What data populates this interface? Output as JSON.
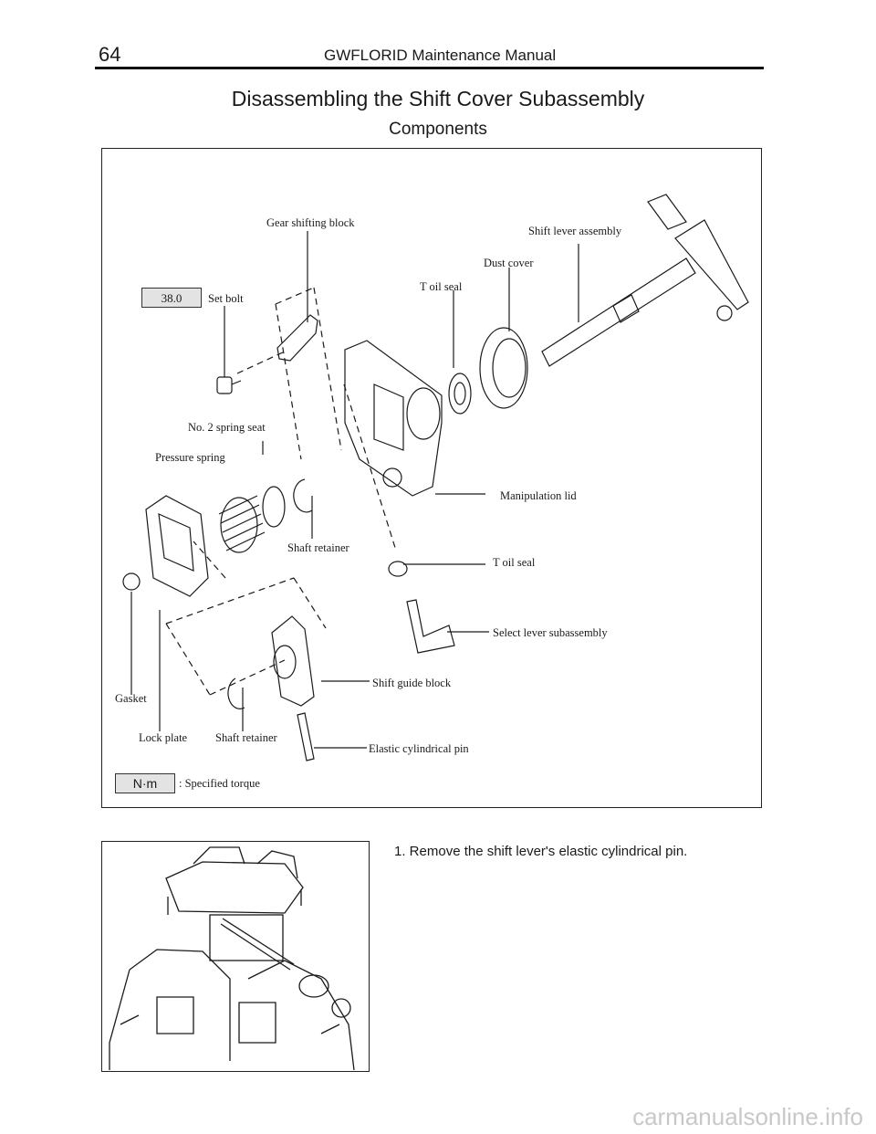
{
  "header": {
    "page_number": "64",
    "manual_title": "GWFLORID Maintenance Manual"
  },
  "section_title": "Disassembling the Shift Cover Subassembly",
  "sub_title": "Components",
  "diagram": {
    "labels": {
      "gear_shifting_block": "Gear shifting block",
      "shift_lever_assembly": "Shift lever assembly",
      "dust_cover": "Dust cover",
      "t_oil_seal_top": "T oil seal",
      "set_bolt": "Set bolt",
      "no2_spring_seat": "No. 2 spring seat",
      "pressure_spring": "Pressure spring",
      "manipulation_lid": "Manipulation lid",
      "shaft_retainer_top": "Shaft retainer",
      "t_oil_seal_bottom": "T oil seal",
      "select_lever_subassembly": "Select lever subassembly",
      "shift_guide_block": "Shift guide block",
      "gasket": "Gasket",
      "lock_plate": "Lock plate",
      "shaft_retainer_bottom": "Shaft retainer",
      "elastic_cylindrical_pin": "Elastic cylindrical pin"
    },
    "torque_value": "38.0",
    "legend_unit": "N·m",
    "legend_text": ": Specified torque"
  },
  "steps": [
    "1.   Remove the shift lever's elastic cylindrical pin."
  ],
  "watermark": "carmanualsonline.info"
}
